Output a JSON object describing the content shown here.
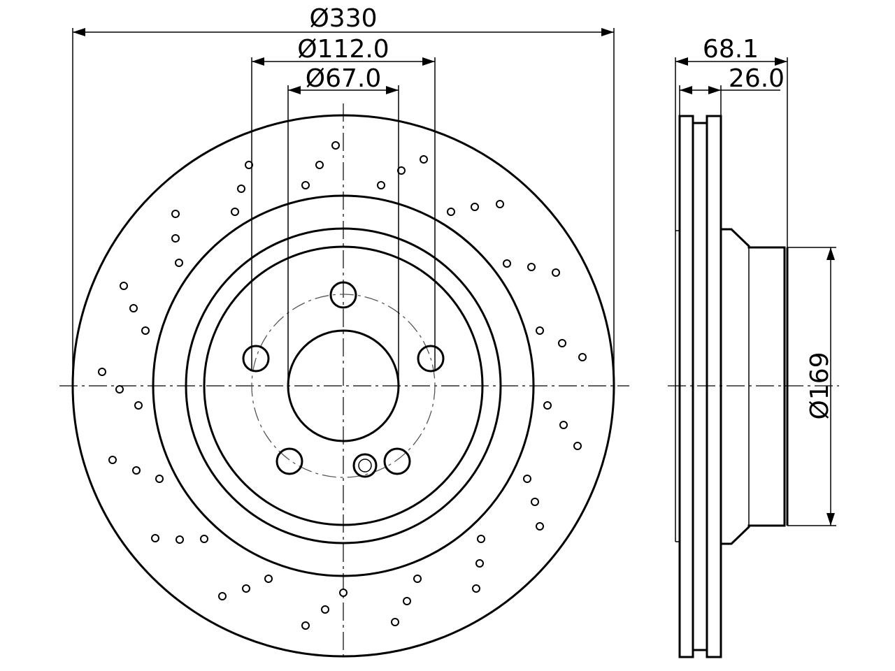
{
  "dimensions": {
    "outer_diameter": "Ø330",
    "hub_pcd": "Ø112.0",
    "center_bore": "Ø67.0",
    "overall_height": "68.1",
    "disc_thickness": "26.0",
    "hat_diameter": "Ø169"
  },
  "colors": {
    "line": "#000000",
    "background": "#ffffff"
  }
}
